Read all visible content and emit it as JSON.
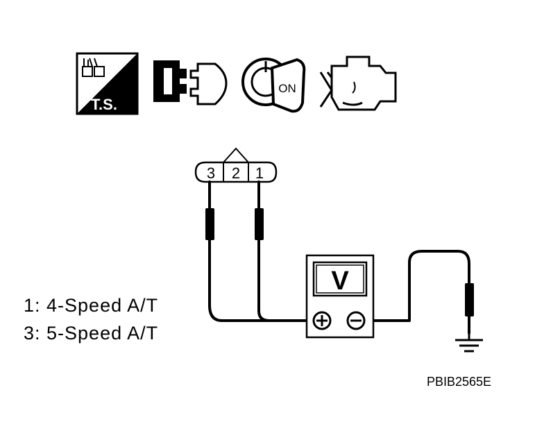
{
  "icons": {
    "ts_label": "T.S.",
    "key_label": "ON",
    "names": [
      "trouble-diagnosis-icon",
      "connector-disconnect-icon",
      "ignition-key-on-icon",
      "engine-stopped-icon"
    ]
  },
  "connector": {
    "pins": [
      "3",
      "2",
      "1"
    ]
  },
  "meter": {
    "label": "V",
    "positive_symbol": "⊕",
    "negative_symbol": "⊖"
  },
  "legend": [
    "1: 4-Speed A/T",
    "3: 5-Speed A/T"
  ],
  "reference_code": "PBIB2565E"
}
